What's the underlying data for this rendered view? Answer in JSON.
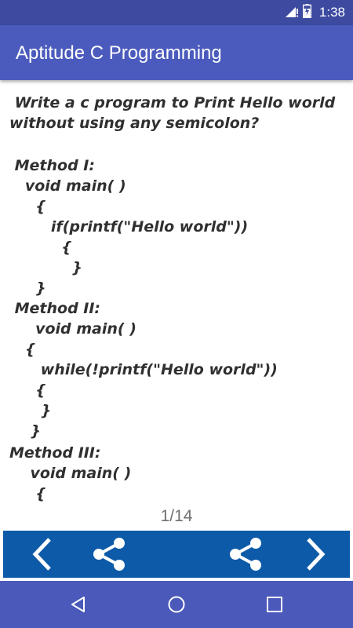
{
  "status_bar": {
    "time": "1:38",
    "icons": [
      "signal-icon",
      "battery-icon"
    ]
  },
  "app_bar": {
    "title": "Aptitude C Programming"
  },
  "question": {
    "lines": [
      " Write a c program to Print Hello world",
      "without using any semicolon?",
      "",
      " Method I:",
      "   void main( )",
      "     {",
      "        if(printf(\"Hello world\"))",
      "          {",
      "            }",
      "     }",
      " Method II:",
      "     void main( )",
      "   {",
      "      while(!printf(\"Hello world\"))",
      "     {",
      "      }",
      "    }",
      "Method III:",
      "    void main( )",
      "     {"
    ]
  },
  "pager": {
    "current": "1/14"
  },
  "toolbar": {
    "prev_icon": "chevron-left-icon",
    "share_icon": "share-icon",
    "next_icon": "chevron-right-icon"
  },
  "system_nav": {
    "back_icon": "back-triangle-icon",
    "home_icon": "home-circle-icon",
    "recents_icon": "recents-square-icon"
  },
  "colors": {
    "status_bar": "#3c4aa0",
    "app_bar": "#4b5bbd",
    "toolbar": "#0d5ba8",
    "system_nav": "#4a59ba"
  }
}
